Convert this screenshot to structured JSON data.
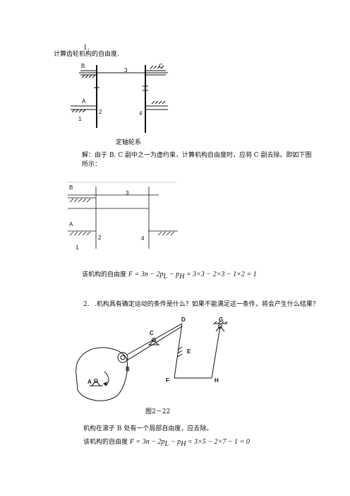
{
  "problem1": {
    "number": "1.",
    "title": "计算齿轮机构的自由度.",
    "fig1_labels": {
      "B": "B",
      "C": "C",
      "three": "3",
      "A": "A",
      "two": "2",
      "four": "4",
      "one": "1"
    },
    "caption": "定轴轮系",
    "solution": "解：由于 B. C 副中之一为虚约束，计算机构自由度时，应将 C 副去除。即如下图所示：",
    "fig2_labels": {
      "B": "B",
      "three": "3",
      "A": "A",
      "two": "2",
      "four": "4",
      "one": "1"
    },
    "formula_prefix": "该机构的自由度",
    "formula": "F = 3n − 2p",
    "formula_rest": "− p",
    "formula_value": " = 3×3 − 2×3 − 1×2 = 1"
  },
  "problem2": {
    "number": "2.",
    "question": ".机构具有确定运动的条件是什么？如果不能满足这一条件，将会产生什么结果？",
    "fig_labels": {
      "D": "D",
      "G": "G",
      "C": "C",
      "E": "E",
      "B": "B",
      "A": "A",
      "F": "F",
      "H": "H"
    },
    "caption": "图2－22",
    "answer": "机构在滚子 B 处有一个局部自由度，应去除。",
    "formula_prefix": "该机构的自由度",
    "formula": "F = 3n − 2p",
    "formula_rest": "− p",
    "formula_value": " = 3×5 − 2×7 − 1 = 0",
    "sub_l": "L",
    "sub_h": "H"
  }
}
